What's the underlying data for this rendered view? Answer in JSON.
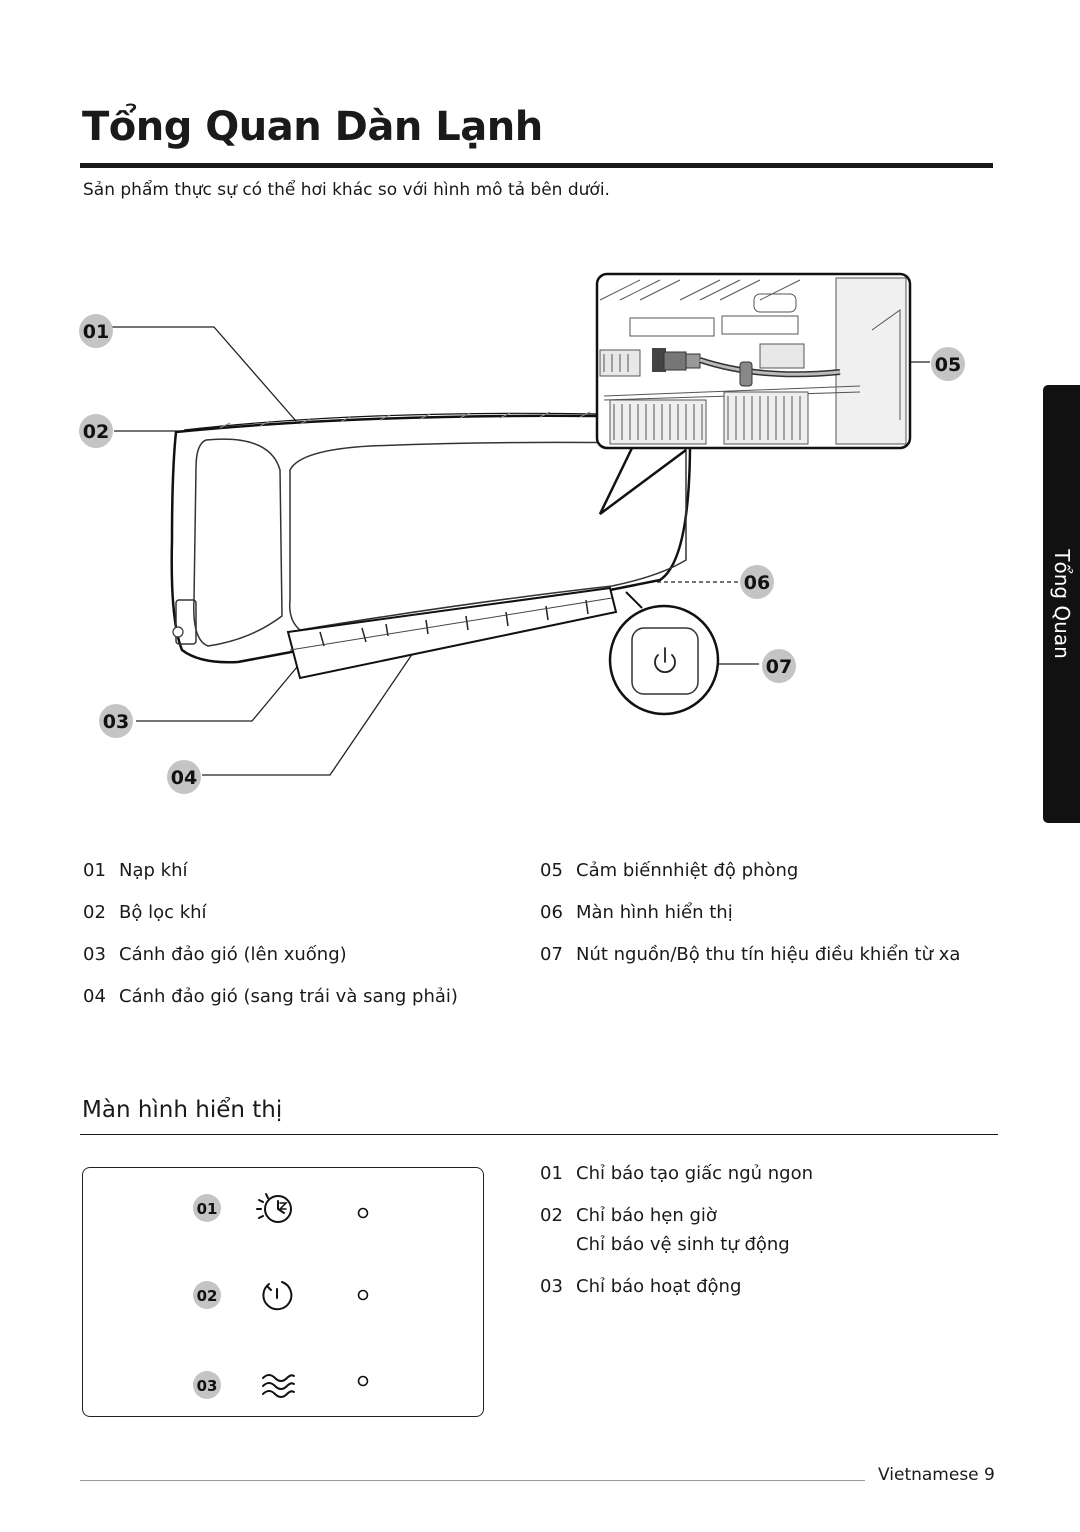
{
  "page": {
    "title": "Tổng Quan Dàn Lạnh",
    "subtitle": "Sản phẩm thực sự có thể hơi khác so với hình mô tả bên dưới.",
    "side_tab": "Tổng Quan",
    "footer": "Vietnamese 9"
  },
  "diagram": {
    "callouts": [
      "01",
      "02",
      "03",
      "04",
      "05",
      "06",
      "07"
    ]
  },
  "legend": {
    "left": [
      {
        "num": "01",
        "text": "Nạp khí"
      },
      {
        "num": "02",
        "text": "Bộ lọc khí"
      },
      {
        "num": "03",
        "text": "Cánh đảo gió (lên xuống)"
      },
      {
        "num": "04",
        "text": "Cánh đảo gió (sang trái và sang phải)"
      }
    ],
    "right": [
      {
        "num": "05",
        "text": "Cảm biếnnhiệt độ phòng"
      },
      {
        "num": "06",
        "text": "Màn hình hiển thị"
      },
      {
        "num": "07",
        "text": "Nút nguồn/Bộ thu tín hiệu điều khiển từ xa"
      }
    ]
  },
  "display": {
    "section_title": "Màn hình hiển thị",
    "panel_rows": [
      {
        "num": "01",
        "icon": "sleep-icon"
      },
      {
        "num": "02",
        "icon": "timer-icon"
      },
      {
        "num": "03",
        "icon": "operation-icon"
      }
    ],
    "legend": [
      {
        "num": "01",
        "lines": [
          "Chỉ báo tạo giấc ngủ ngon"
        ]
      },
      {
        "num": "02",
        "lines": [
          "Chỉ báo hẹn giờ",
          "Chỉ báo vệ sinh tự động"
        ]
      },
      {
        "num": "03",
        "lines": [
          "Chỉ báo hoạt động"
        ]
      }
    ]
  }
}
